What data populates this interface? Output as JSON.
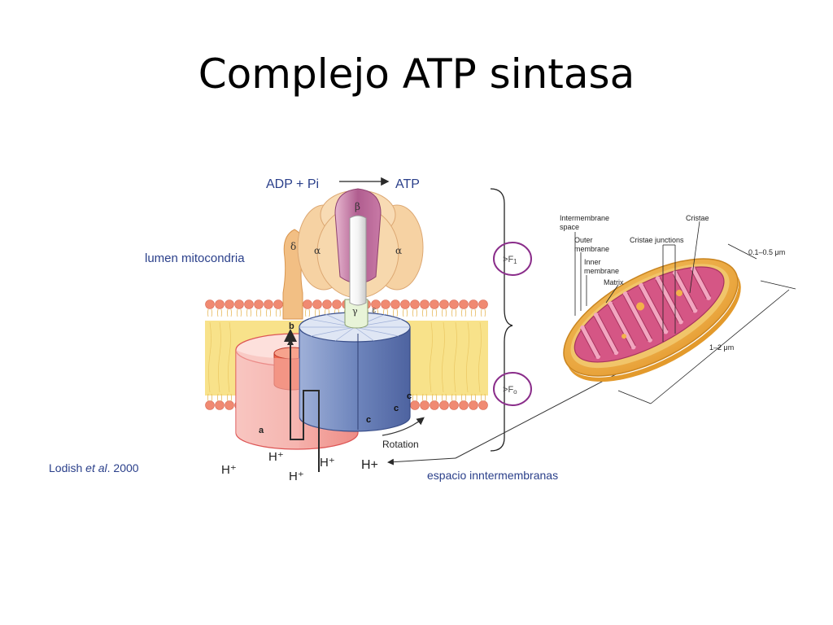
{
  "slide": {
    "title": "Complejo ATP sintasa"
  },
  "atp_synthase": {
    "reaction": {
      "reactants": "ADP + Pi",
      "product": "ATP"
    },
    "labels": {
      "lumen": "lumen mitocondria",
      "beta": "β",
      "alpha_left": "α",
      "alpha_right": "α",
      "delta": "δ",
      "gamma": "γ",
      "epsilon": "ε",
      "b": "b",
      "a": "a",
      "c1": "c",
      "c2": "c",
      "c3": "c",
      "rotation": "Rotation",
      "citation_pre": "Lodish ",
      "citation_italic": "et al",
      "citation_post": ". 2000"
    },
    "protons": [
      "H⁺",
      "H⁺",
      "H⁺",
      "H⁺",
      "H+"
    ],
    "subunits": {
      "f1": "F",
      "f1_sub": "1",
      "fo": "F",
      "fo_sub": "o"
    },
    "intermembrane": "espacio inntermembranas"
  },
  "mitochondrion": {
    "labels": {
      "intermembrane_1": "Intermembrane",
      "intermembrane_2": "space",
      "outer_1": "Outer",
      "outer_2": "membrane",
      "inner_1": "Inner",
      "inner_2": "membrane",
      "matrix": "Matrix",
      "cristae_junctions": "Cristae junctions",
      "cristae": "Cristae",
      "width": "0.1–0.5 μm",
      "length": "1–2 μm"
    }
  },
  "colors": {
    "membrane_head": "#f08a72",
    "membrane_core": "#f8e28a",
    "subunit_a": "#f4b3ae",
    "c_ring": "#6f86bd",
    "f1_head": "#f6d2a3",
    "stalk": "#f2bf84",
    "circle": "#8a2d8a",
    "matrix_pink": "#d55685",
    "outer_orange": "#f2b448"
  }
}
